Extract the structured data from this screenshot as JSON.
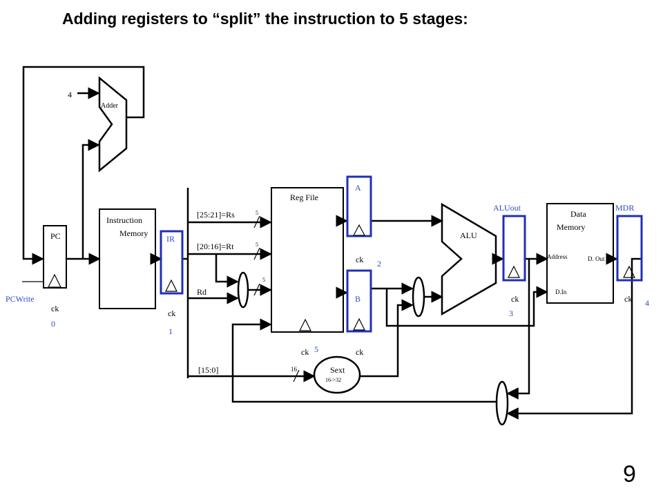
{
  "slide": {
    "title": "Adding registers to “split” the instruction to 5 stages:",
    "number": "9"
  },
  "diagram": {
    "adder_const": "4",
    "adder_label": "Adder",
    "pc_label": "PC",
    "pcwrite_label": "PCWrite",
    "imem_label_line1": "Instruction",
    "imem_label_line2": "Memory",
    "ir_label": "IR",
    "regfile_label": "Reg File",
    "rs_label": "[25:21]=Rs",
    "rt_label": "[20:16]=Rt",
    "rd_label": "Rd",
    "imm_label": "[15:0]",
    "width_5": "5",
    "width_16": "16",
    "reg_a_label": "A",
    "reg_b_label": "B",
    "alu_label": "ALU",
    "aluout_label": "ALUout",
    "dmem_label_line1": "Data",
    "dmem_label_line2": "Memory",
    "dmem_address": "Address",
    "dmem_dout": "D. Out",
    "dmem_din": "D.In",
    "mdr_label": "MDR",
    "sext_label": "Sext",
    "sext_sub": "16->32",
    "clock_label": "ck",
    "stages": [
      "0",
      "1",
      "2",
      "3",
      "4",
      "5"
    ]
  },
  "colors": {
    "register_highlight": "#1f2fb8",
    "annotation": "#2b49c9",
    "wire": "#000000"
  }
}
